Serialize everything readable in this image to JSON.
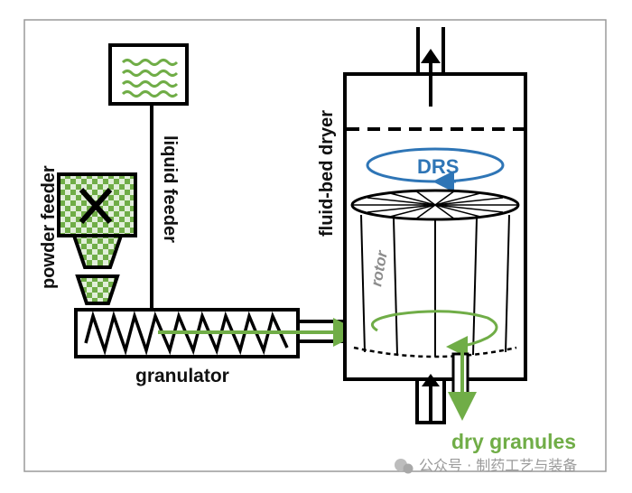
{
  "labels": {
    "powder_feeder": "powder feeder",
    "liquid_feeder": "liquid feeder",
    "fluid_bed_dryer": "fluid-bed dryer",
    "granulator": "granulator",
    "drs": "DRS",
    "rotor": "rotor",
    "dry_granules": "dry granules"
  },
  "watermark": {
    "text": "公众号 · 制药工艺与装备"
  },
  "colors": {
    "line": "#000000",
    "green": "#70AD47",
    "blue": "#2E75B6",
    "rotor_label": "#8C8C8C",
    "checker_light": "#E2EFDA"
  }
}
